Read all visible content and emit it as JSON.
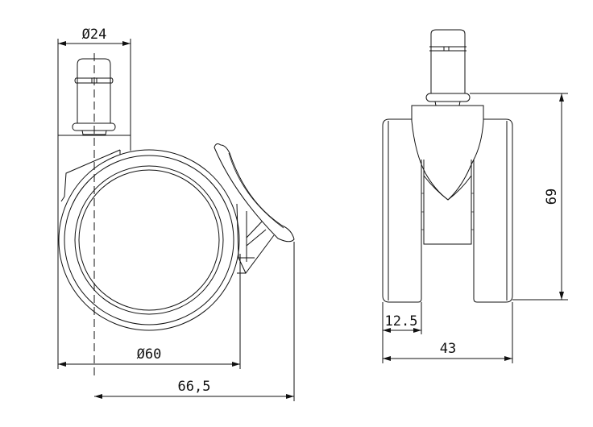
{
  "drawing": {
    "side_view": {
      "stem_diameter_label": "Ø24",
      "wheel_diameter_label": "Ø60",
      "overall_length_label": "66,5"
    },
    "front_view": {
      "height_label": "69",
      "wheel_width_label": "12.5",
      "overall_width_label": "43"
    },
    "line_color": "#111111"
  }
}
